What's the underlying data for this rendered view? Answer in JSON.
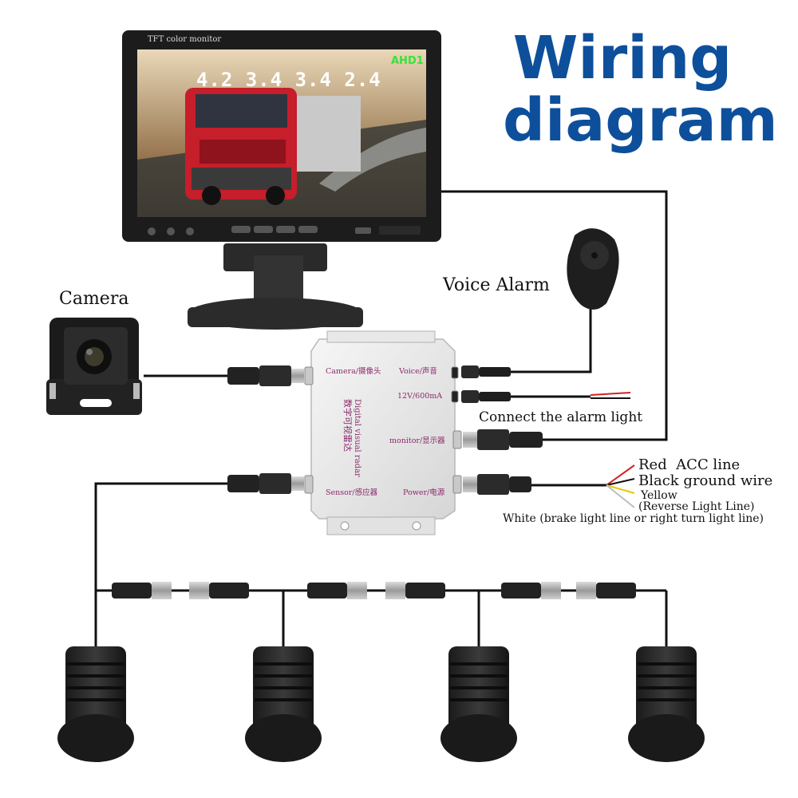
{
  "title": {
    "line1": "Wiring",
    "line2": "diagram"
  },
  "monitor": {
    "brand_text": "TFT color monitor",
    "badge": "AHD1",
    "readout": "4.2 3.4 3.4 2.4"
  },
  "labels": {
    "camera": "Camera",
    "voice_alarm": "Voice Alarm",
    "alarm_light": "Connect the alarm light"
  },
  "control_box": {
    "ports": {
      "camera": "Camera/摄像头",
      "voice": "Voice/声音",
      "power_spec": "12V/600mA",
      "monitor": "monitor/显示器",
      "sensor": "Sensor/感应器",
      "power": "Power/电源"
    },
    "product_name_en": "Digital visual radar",
    "product_name_cn": "数字可视雷达"
  },
  "power_wires": {
    "red": "Red  ACC line",
    "black": "Black ground wire",
    "yellow": "Yellow",
    "yellow_desc": "(Reverse Light Line)",
    "white": "White (brake light line or right turn light line)"
  },
  "colors": {
    "title": "#0d4f9b",
    "wire": "#111111",
    "box": "#eeeeee",
    "port_text": "#8b2a6b",
    "wire_red": "#d42020",
    "wire_yellow": "#e8c800"
  },
  "sensor_count": 4
}
